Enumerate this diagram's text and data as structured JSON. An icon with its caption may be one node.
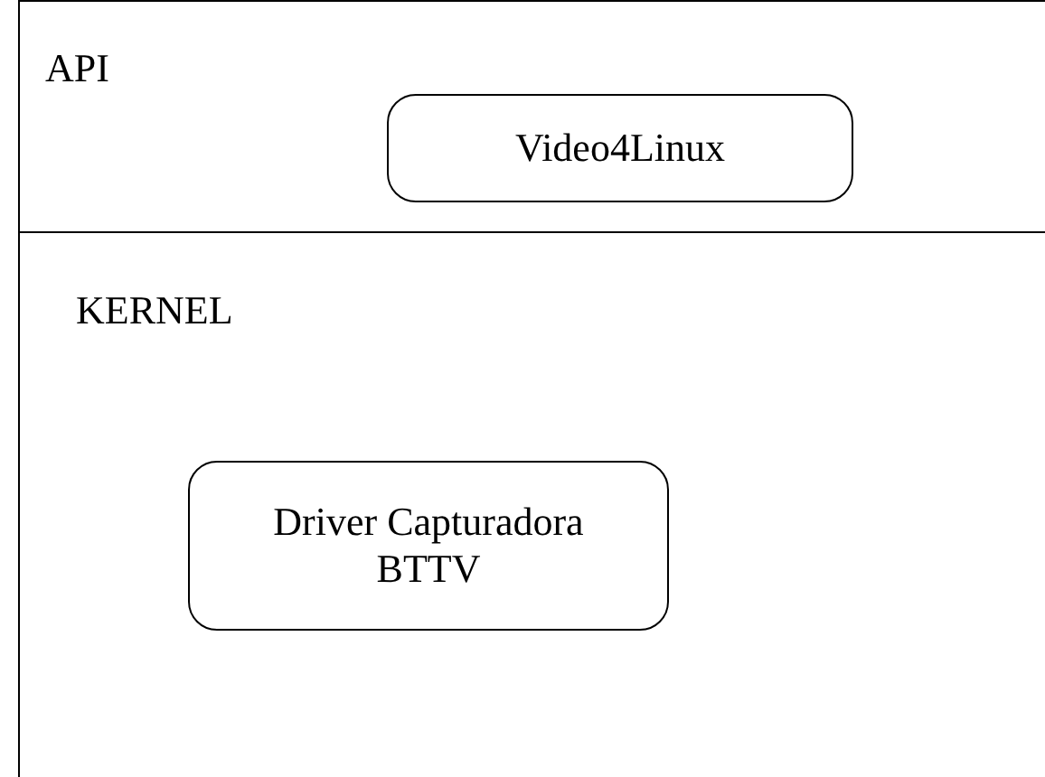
{
  "diagram": {
    "nodes": [
      {
        "text": [
          "API"
        ]
      },
      {
        "text": [
          "Video4Linux"
        ],
        "in": 0
      },
      {
        "text": [
          "KERNEL"
        ]
      },
      {
        "text": [
          "Driver Capturadora BTTV"
        ],
        "in": 2
      }
    ]
  }
}
